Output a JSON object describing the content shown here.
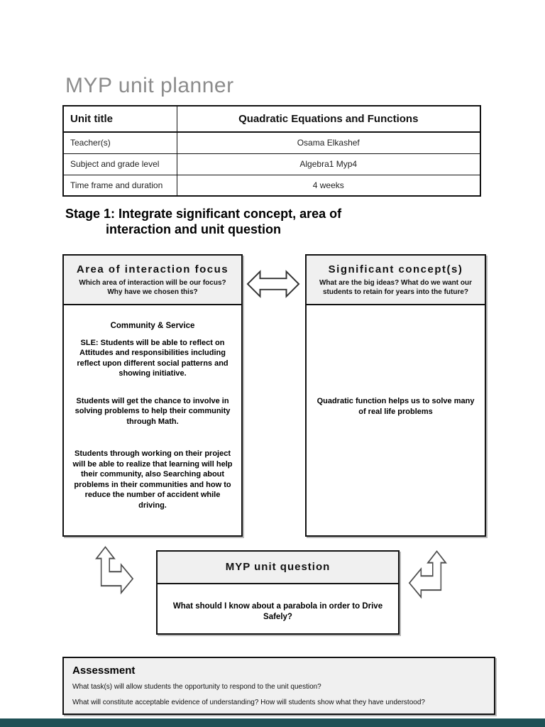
{
  "page": {
    "title": "MYP unit planner"
  },
  "unit_table": {
    "rows": [
      {
        "label": "Unit title",
        "value": "Quadratic Equations and Functions"
      },
      {
        "label": "Teacher(s)",
        "value": "Osama Elkashef"
      },
      {
        "label": "Subject and grade level",
        "value": "Algebra1 Myp4"
      },
      {
        "label": "Time frame and duration",
        "value": "4 weeks"
      }
    ]
  },
  "stage1": {
    "heading_line1": "Stage 1: Integrate significant concept, area of",
    "heading_line2": "interaction and unit question"
  },
  "area_box": {
    "title": "Area of interaction focus",
    "subtitle": "Which area of interaction will be our focus? Why have we chosen this?",
    "paragraphs": [
      "Community & Service",
      "SLE: Students will be able to reflect on Attitudes and responsibilities including reflect upon different social patterns and showing initiative.",
      "Students will get the chance to involve in solving problems to help their community through Math.",
      "Students through working on their project will be able to realize that learning will help their community, also Searching about problems in their communities and how to reduce the number of accident while driving."
    ]
  },
  "concept_box": {
    "title": "Significant concept(s)",
    "subtitle": "What are the big ideas? What do we want our students to retain for years into the future?",
    "body": "Quadratic function helps us to solve many of real life problems"
  },
  "unit_question_box": {
    "title": "MYP unit question",
    "question": "What should I know about a parabola in order to Drive Safely?"
  },
  "assessment": {
    "title": "Assessment",
    "question1": "What task(s) will allow students the opportunity to respond to the unit question?",
    "question2": "What will constitute acceptable evidence of understanding? How will students show what they have understood?"
  },
  "icons": {
    "double_arrow": "horizontal-double-arrow",
    "bent_arrow_left": "up-right-bent-arrow",
    "bent_arrow_right": "up-left-bent-arrow"
  },
  "colors": {
    "footer_bar": "#1f5156",
    "panel_header_bg": "#f0f0f0",
    "border": "#111111",
    "title_gray": "#8c8c8c"
  }
}
